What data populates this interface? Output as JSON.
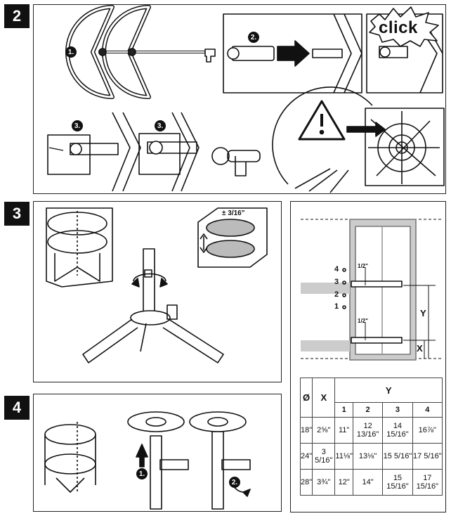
{
  "steps": {
    "s2": "2",
    "s3": "3",
    "s4": "4"
  },
  "step2": {
    "badge_a": "1.",
    "badge_b": "2.",
    "badge_c": "3.",
    "badge_d": "3.",
    "click_text": "click",
    "warning_icon": "warning-triangle-icon"
  },
  "step3": {
    "adjust_label": "± 3/16\""
  },
  "step4": {
    "badge_1": "1.",
    "badge_2": "2."
  },
  "cabinet": {
    "holes": [
      "4",
      "3",
      "2",
      "1"
    ],
    "dim_small_top": "1/2\"",
    "dim_small_bottom": "1/2\"",
    "dim_y": "Y",
    "dim_x": "X"
  },
  "table": {
    "col_diameter": "Ø",
    "col_x": "X",
    "col_y": "Y",
    "y_sub": [
      "1",
      "2",
      "3",
      "4"
    ],
    "rows": [
      {
        "d": "18\"",
        "x": "2⅝\"",
        "y": [
          "11\"",
          "12 13/16\"",
          "14 15/16\"",
          "16⅞\""
        ]
      },
      {
        "d": "24\"",
        "x": "3 5/16\"",
        "y": [
          "11⅛\"",
          "13⅛\"",
          "15 5/16\"",
          "17 5/16\""
        ]
      },
      {
        "d": "28\"",
        "x": "3¾\"",
        "y": [
          "12\"",
          "14\"",
          "15 15/16\"",
          "17 15/16\""
        ]
      }
    ]
  }
}
